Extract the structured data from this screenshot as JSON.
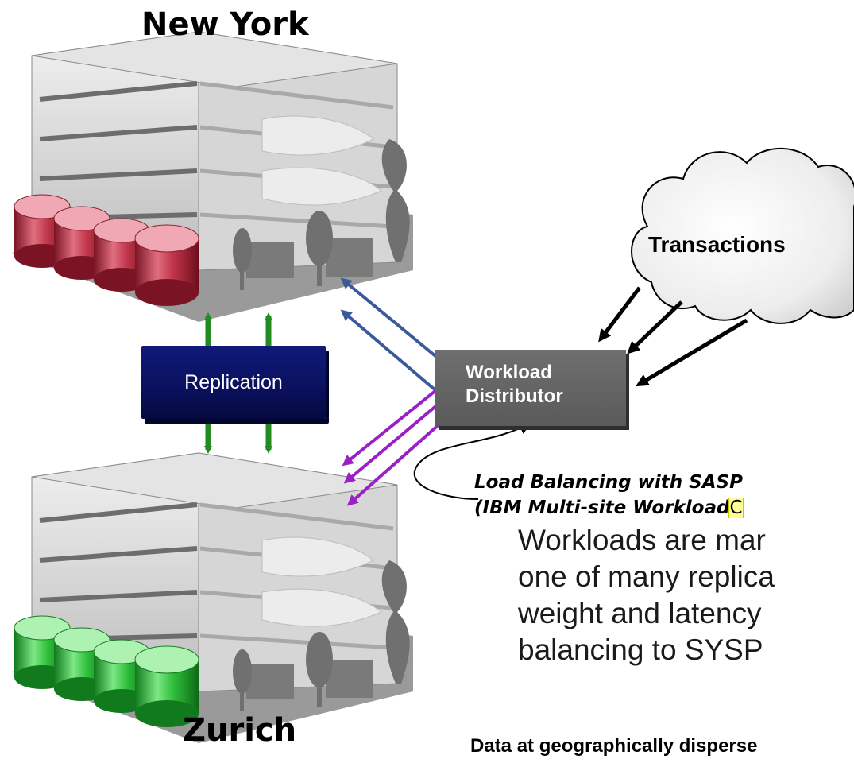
{
  "sites": {
    "primary": {
      "label": "New York",
      "storage_color": "#c0354a"
    },
    "secondary": {
      "label": "Zurich",
      "storage_color": "#2fbf3a"
    }
  },
  "replication": {
    "label": "Replication"
  },
  "workload_distributor": {
    "label": "Workload\nDistributor"
  },
  "cloud": {
    "label": "Transactions"
  },
  "load_balancing": {
    "line1": "Load Balancing with SASP",
    "line2_prefix": "(IBM Multi-site Workload",
    "line2_highlight": "C"
  },
  "description": {
    "lines": [
      "Workloads are mar",
      "one of many replica",
      "weight and latency",
      "balancing to SYSP"
    ]
  },
  "footer": {
    "text": "Data at geographically disperse"
  },
  "colors": {
    "replication_arrows": "#228b22",
    "new_york_arrows": "#3a5a9a",
    "zurich_arrows": "#9b1fc7",
    "transaction_arrows": "#000000",
    "replication_box": "#0a1160",
    "workload_box": "#5f5f5f"
  }
}
